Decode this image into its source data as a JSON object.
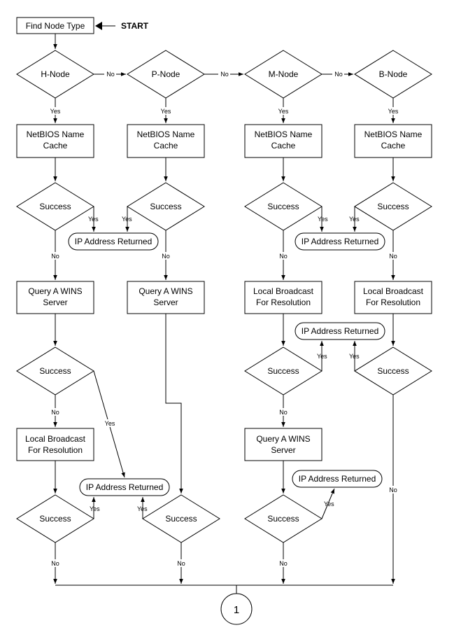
{
  "start_label": "START",
  "find_node_type": "Find Node Type",
  "node_types": [
    "H-Node",
    "P-Node",
    "M-Node",
    "B-Node"
  ],
  "netbios_cache": [
    "NetBIOS Name",
    "Cache"
  ],
  "query_wins": [
    "Query A WINS",
    "Server"
  ],
  "local_broadcast": [
    "Local Broadcast",
    "For Resolution"
  ],
  "success": "Success",
  "ip_returned": "IP Address Returned",
  "yes": "Yes",
  "no": "No",
  "connector": "1"
}
